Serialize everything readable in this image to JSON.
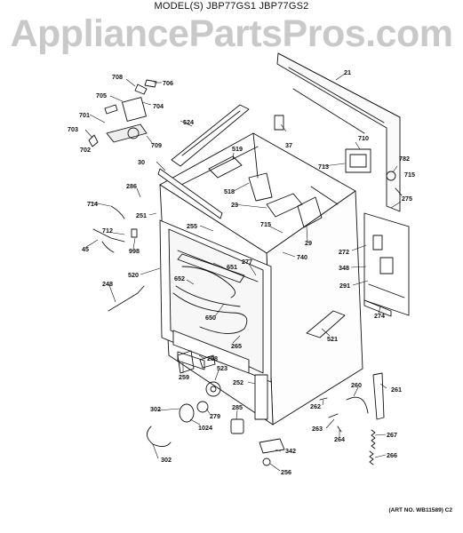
{
  "header": {
    "title": "MODEL(S) JBP77GS1  JBP77GS2",
    "watermark": "AppliancePartsPros.com"
  },
  "part_labels": {
    "p708": "708",
    "p706": "706",
    "p705": "705",
    "p704": "704",
    "p701": "701",
    "p703": "703",
    "p709": "709",
    "p702": "702",
    "p524": "524",
    "p21": "21",
    "p37": "37",
    "p710": "710",
    "p782": "782",
    "p715a": "715",
    "p713": "713",
    "p519": "519",
    "p30": "30",
    "p518": "518",
    "p275": "275",
    "p286": "286",
    "p714": "714",
    "p251": "251",
    "p23": "23",
    "p715b": "715",
    "p29": "29",
    "p255": "255",
    "p272": "272",
    "p712": "712",
    "p998": "998",
    "p45": "45",
    "p740": "740",
    "p277": "277",
    "p651": "651",
    "p348": "348",
    "p520": "520",
    "p652": "652",
    "p291": "291",
    "p248": "248",
    "p650": "650",
    "p274": "274",
    "p521": "521",
    "p265": "265",
    "p258": "258",
    "p259": "259",
    "p523": "523",
    "p252": "252",
    "p260": "260",
    "p261": "261",
    "p302a": "302",
    "p279": "279",
    "p285": "285",
    "p262": "262",
    "p1024": "1024",
    "p263": "263",
    "p264": "264",
    "p267": "267",
    "p342": "342",
    "p302b": "302",
    "p256": "256",
    "p266": "266"
  },
  "footer": {
    "art_no": "(ART NO. WB11589) C2"
  }
}
